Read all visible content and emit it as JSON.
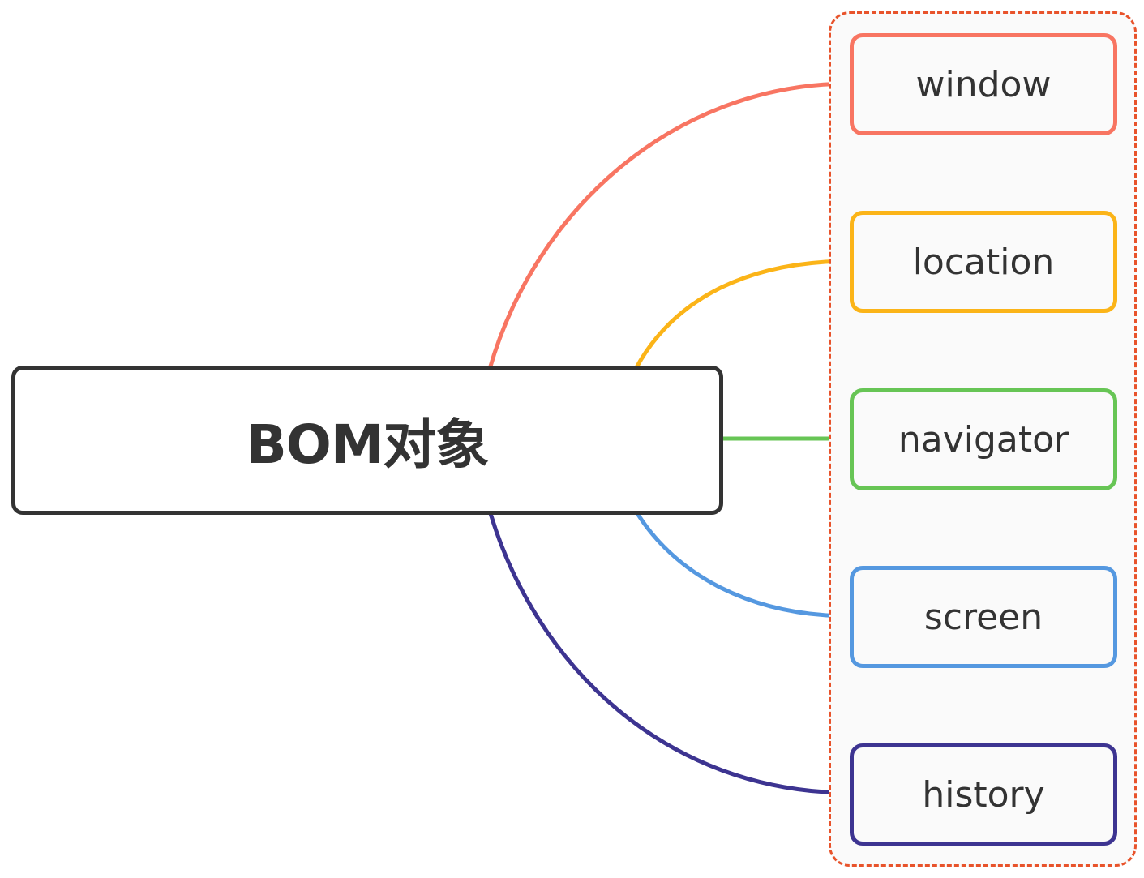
{
  "root": {
    "label": "BOM对象",
    "color": "#333333"
  },
  "group": {
    "border_color": "#e8532b"
  },
  "children": [
    {
      "label": "window",
      "color": "#f87562"
    },
    {
      "label": "location",
      "color": "#fbb418"
    },
    {
      "label": "navigator",
      "color": "#67c555"
    },
    {
      "label": "screen",
      "color": "#5598e0"
    },
    {
      "label": "history",
      "color": "#3d3491"
    }
  ]
}
